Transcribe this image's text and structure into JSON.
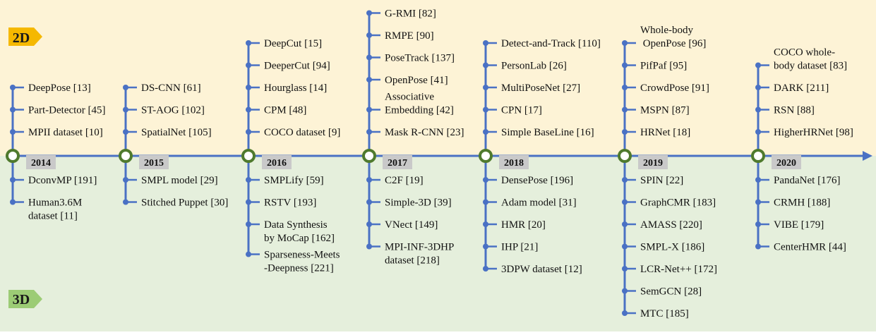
{
  "colors": {
    "band_2d": "#fdf3d6",
    "band_3d": "#e5efdc",
    "line": "#4a71c4",
    "node_ring": "#4f7a2d",
    "year_box": "#c9c9c9",
    "tag_2d_fill": "#f5b800",
    "tag_3d_fill": "#9ccc75"
  },
  "bands": {
    "top_tag": "2D",
    "bottom_tag": "3D"
  },
  "years": [
    {
      "year": "2014",
      "above": [
        [
          "MPII dataset [10]"
        ],
        [
          "Part-Detector [45]"
        ],
        [
          "DeepPose [13]"
        ]
      ],
      "below": [
        [
          "DconvMP [191]"
        ],
        [
          "Human3.6M",
          "dataset [11]"
        ]
      ]
    },
    {
      "year": "2015",
      "above": [
        [
          "SpatialNet [105]"
        ],
        [
          "ST-AOG [102]"
        ],
        [
          "DS-CNN [61]"
        ]
      ],
      "below": [
        [
          "SMPL model [29]"
        ],
        [
          "Stitched Puppet [30]"
        ]
      ]
    },
    {
      "year": "2016",
      "above": [
        [
          "COCO dataset [9]"
        ],
        [
          "CPM [48]"
        ],
        [
          "Hourglass [14]"
        ],
        [
          "DeeperCut [94]"
        ],
        [
          "DeepCut [15]"
        ]
      ],
      "below": [
        [
          "SMPLify [59]"
        ],
        [
          "RSTV [193]"
        ],
        [
          "Data Synthesis",
          "by MoCap [162]"
        ],
        [
          "Sparseness-Meets",
          "-Deepness [221]"
        ]
      ]
    },
    {
      "year": "2017",
      "above": [
        [
          "Mask R-CNN [23]"
        ],
        [
          "Associative",
          "Embedding [42]"
        ],
        [
          "OpenPose [41]"
        ],
        [
          "PoseTrack [137]"
        ],
        [
          "RMPE [90]"
        ],
        [
          "G-RMI [82]"
        ]
      ],
      "below": [
        [
          "C2F [19]"
        ],
        [
          "Simple-3D [39]"
        ],
        [
          "VNect [149]"
        ],
        [
          "MPI-INF-3DHP",
          "dataset [218]"
        ]
      ]
    },
    {
      "year": "2018",
      "above": [
        [
          "Simple BaseLine [16]"
        ],
        [
          "CPN [17]"
        ],
        [
          "MultiPoseNet  [27]"
        ],
        [
          "PersonLab [26]"
        ],
        [
          "Detect-and-Track [110]"
        ]
      ],
      "below": [
        [
          "DensePose [196]"
        ],
        [
          "Adam model [31]"
        ],
        [
          "HMR [20]"
        ],
        [
          "IHP [21]"
        ],
        [
          "3DPW dataset [12]"
        ]
      ]
    },
    {
      "year": "2019",
      "above": [
        [
          "HRNet [18]"
        ],
        [
          "MSPN [87]"
        ],
        [
          "CrowdPose [91]"
        ],
        [
          "PifPaf [95]"
        ],
        [
          "Whole-body",
          " OpenPose [96]"
        ]
      ],
      "below": [
        [
          "SPIN [22]"
        ],
        [
          "GraphCMR [183]"
        ],
        [
          "AMASS [220]"
        ],
        [
          "SMPL-X [186]"
        ],
        [
          "LCR-Net++ [172]"
        ],
        [
          "SemGCN [28]"
        ],
        [
          "MTC [185]"
        ]
      ]
    },
    {
      "year": "2020",
      "above": [
        [
          "HigherHRNet [98]"
        ],
        [
          "RSN [88]"
        ],
        [
          "DARK [211]"
        ],
        [
          "COCO whole-",
          "body dataset [83]"
        ]
      ],
      "below": [
        [
          "PandaNet [176]"
        ],
        [
          "CRMH [188]"
        ],
        [
          "VIBE [179]"
        ],
        [
          "CenterHMR [44]"
        ]
      ]
    }
  ]
}
